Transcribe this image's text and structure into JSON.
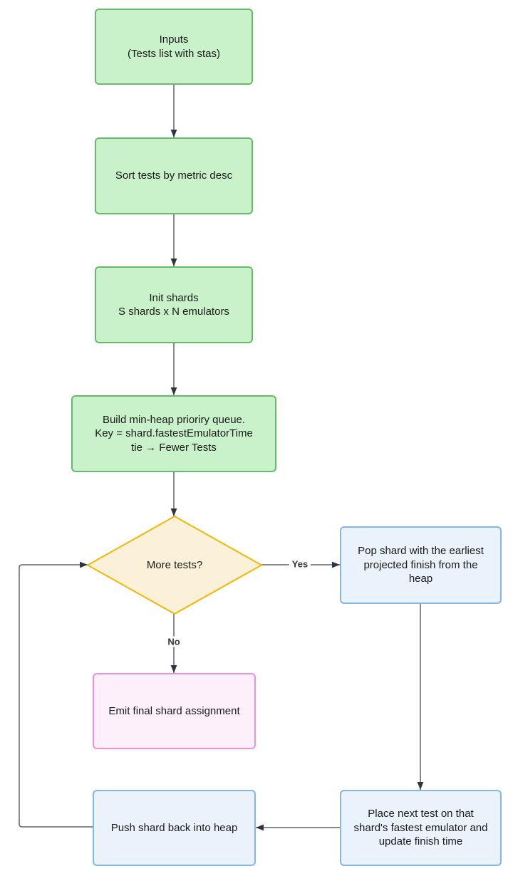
{
  "diagram": {
    "nodes": {
      "inputs": {
        "label": "Inputs\n(Tests list with stas)"
      },
      "sort": {
        "label": "Sort tests by metric desc"
      },
      "init": {
        "label": "Init shards\nS shards x N emulators"
      },
      "heap": {
        "label": "Build min-heap prioriry queue.\nKey = shard.fastestEmulatorTime\ntie → Fewer Tests"
      },
      "decision": {
        "label": "More tests?"
      },
      "pop": {
        "label": "Pop shard with the earliest projected finish from the heap"
      },
      "emit": {
        "label": "Emit final shard assignment"
      },
      "push": {
        "label": "Push shard back into heap"
      },
      "place": {
        "label": "Place next test on that shard's fastest emulator and update finish time"
      }
    },
    "edge_labels": {
      "yes": "Yes",
      "no": "No"
    },
    "colors": {
      "process_fill": "#c9f2ca",
      "process_border": "#66bb6a",
      "decision_fill": "#fbf1d8",
      "decision_border": "#f2b705",
      "io_fill": "#eaf2fc",
      "io_border": "#86b6e2",
      "terminal_fill": "#fdf0fb",
      "terminal_border": "#ea90dc",
      "line": "#5f6368",
      "arrowhead": "#2f353e",
      "text": "#1a1a1a"
    }
  }
}
